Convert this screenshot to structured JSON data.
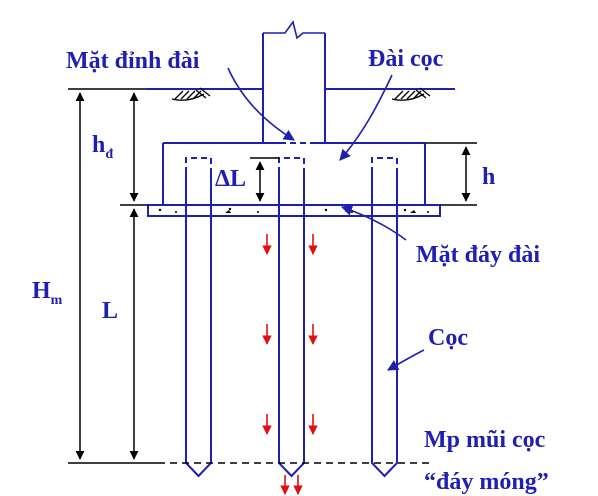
{
  "labels": {
    "mat_dinh_dai": "Mặt đỉnh đài",
    "dai_coc": "Đài cọc",
    "h_d_main": "h",
    "h_d_sub": "đ",
    "delta_l": "ΔL",
    "h": "h",
    "mat_day_dai": "Mặt đáy đài",
    "h_m_main": "H",
    "h_m_sub": "m",
    "l": "L",
    "coc": "Cọc",
    "mp_mui_coc": "Mp mũi cọc",
    "day_mong": "“đáy móng”"
  },
  "colors": {
    "structure": "#1f1fb0",
    "dimension": "#000000",
    "arrow_red": "#e01010",
    "label": "#1f1fb0"
  }
}
